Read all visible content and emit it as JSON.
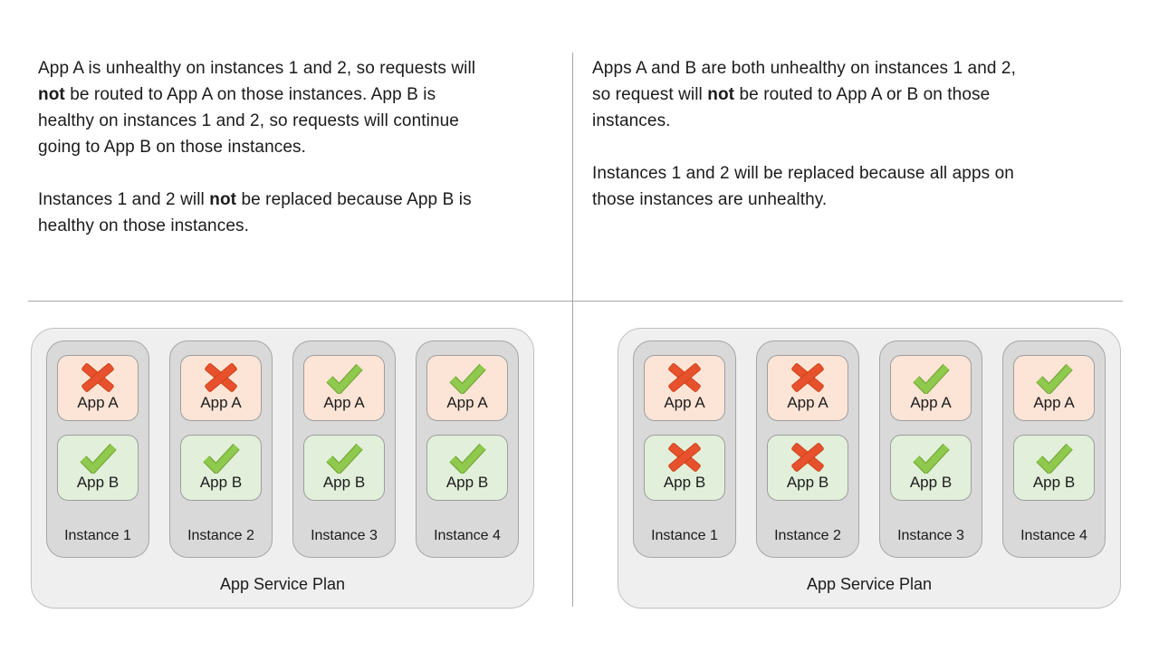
{
  "colors": {
    "healthy_green": "#8fc94d",
    "healthy_green_edge": "#72a637",
    "unhealthy_orange": "#e8512d",
    "unhealthy_orange_edge": "#c84417",
    "app_a_fill": "#fce4d6",
    "app_b_fill": "#e2efda",
    "instance_fill": "#d9d9d9",
    "plan_fill": "#efefef",
    "divider_gray": "#a6a6a6"
  },
  "icons": {
    "healthy": "check-icon",
    "unhealthy": "cross-icon"
  },
  "panels": [
    {
      "side": "left",
      "paragraphs": [
        [
          [
            {
              "t": "App A is unhealthy on instances 1 and 2, so requests will"
            }
          ],
          [
            {
              "t": "not",
              "b": true
            },
            {
              "t": " be routed to App A on those instances. App B is"
            }
          ],
          [
            {
              "t": "healthy on instances 1 and 2, so requests will continue"
            }
          ],
          [
            {
              "t": "going to App B on those instances."
            }
          ]
        ],
        [
          [
            {
              "t": "Instances 1 and 2 will "
            },
            {
              "t": "not",
              "b": true
            },
            {
              "t": " be replaced because App B is"
            }
          ],
          [
            {
              "t": "healthy on those instances."
            }
          ]
        ]
      ],
      "plan": {
        "label": "App Service Plan",
        "instances": [
          {
            "label": "Instance 1",
            "apps": [
              {
                "name": "App A",
                "healthy": false
              },
              {
                "name": "App B",
                "healthy": true
              }
            ]
          },
          {
            "label": "Instance 2",
            "apps": [
              {
                "name": "App A",
                "healthy": false
              },
              {
                "name": "App B",
                "healthy": true
              }
            ]
          },
          {
            "label": "Instance 3",
            "apps": [
              {
                "name": "App A",
                "healthy": true
              },
              {
                "name": "App B",
                "healthy": true
              }
            ]
          },
          {
            "label": "Instance 4",
            "apps": [
              {
                "name": "App A",
                "healthy": true
              },
              {
                "name": "App B",
                "healthy": true
              }
            ]
          }
        ]
      }
    },
    {
      "side": "right",
      "paragraphs": [
        [
          [
            {
              "t": "Apps A and B are both unhealthy on instances 1 and 2,"
            }
          ],
          [
            {
              "t": "so request will "
            },
            {
              "t": "not",
              "b": true
            },
            {
              "t": " be routed to App A or B on those"
            }
          ],
          [
            {
              "t": "instances."
            }
          ]
        ],
        [
          [
            {
              "t": "Instances 1 and 2 will be replaced because all apps on"
            }
          ],
          [
            {
              "t": "those instances are unhealthy."
            }
          ]
        ]
      ],
      "plan": {
        "label": "App Service Plan",
        "instances": [
          {
            "label": "Instance 1",
            "apps": [
              {
                "name": "App A",
                "healthy": false
              },
              {
                "name": "App B",
                "healthy": false
              }
            ]
          },
          {
            "label": "Instance 2",
            "apps": [
              {
                "name": "App A",
                "healthy": false
              },
              {
                "name": "App B",
                "healthy": false
              }
            ]
          },
          {
            "label": "Instance 3",
            "apps": [
              {
                "name": "App A",
                "healthy": true
              },
              {
                "name": "App B",
                "healthy": true
              }
            ]
          },
          {
            "label": "Instance 4",
            "apps": [
              {
                "name": "App A",
                "healthy": true
              },
              {
                "name": "App B",
                "healthy": true
              }
            ]
          }
        ]
      }
    }
  ]
}
